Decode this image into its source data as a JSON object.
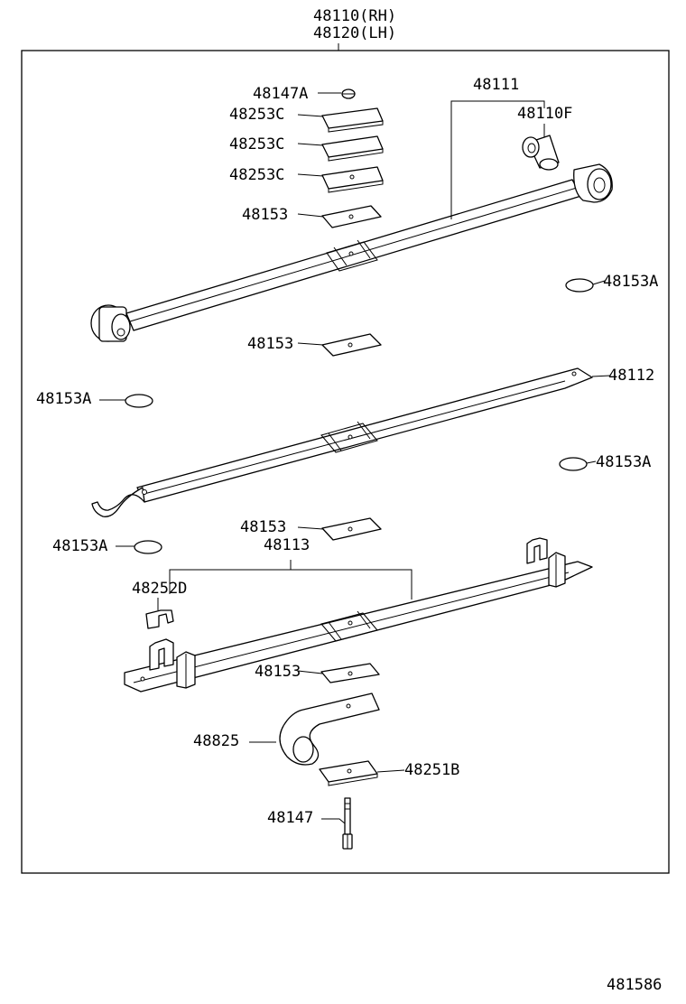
{
  "assembly": {
    "label_rh": "48110(RH)",
    "label_lh": "48120(LH)"
  },
  "illustration_number": "481586",
  "parts": {
    "p48147a": "48147A",
    "p48253c_1": "48253C",
    "p48253c_2": "48253C",
    "p48253c_3": "48253C",
    "p48153_1": "48153",
    "p48111": "48111",
    "p48110f": "48110F",
    "p48153a_1": "48153A",
    "p48153_2": "48153",
    "p48153a_2": "48153A",
    "p48112": "48112",
    "p48153a_3": "48153A",
    "p48153_3": "48153",
    "p48153a_4": "48153A",
    "p48113": "48113",
    "p48252d": "48252D",
    "p48153_4": "48153",
    "p48825": "48825",
    "p48251b": "48251B",
    "p48147": "48147"
  },
  "colors": {
    "line": "#000000",
    "background": "#ffffff"
  }
}
